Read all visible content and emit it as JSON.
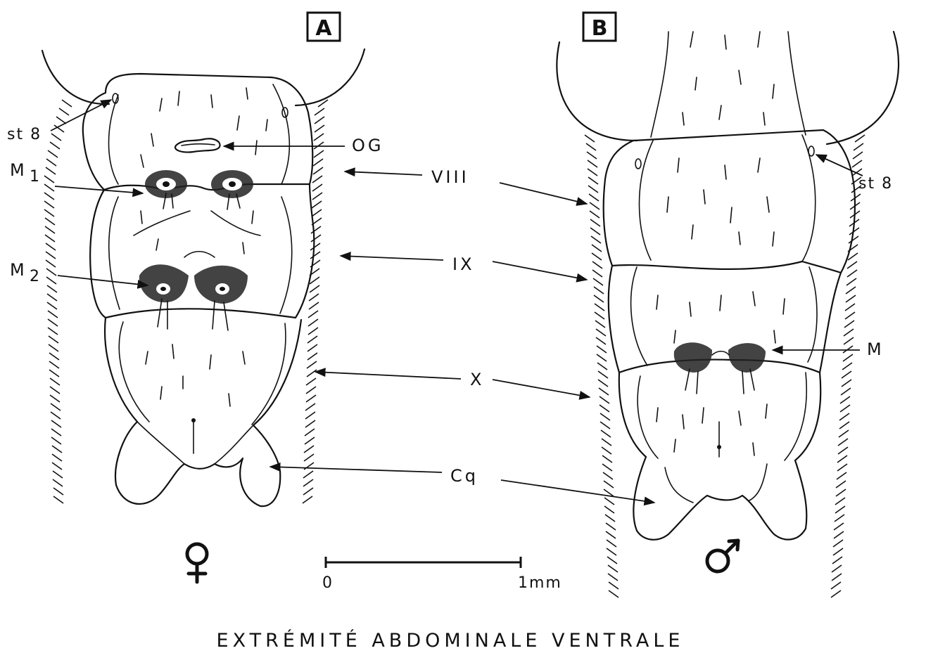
{
  "caption": "EXTRÉMITÉ ABDOMINALE VENTRALE",
  "panels": [
    {
      "letter": "A",
      "sex_symbol": "female-symbol",
      "labels": {
        "st8": "st 8",
        "og": "OG",
        "m1": "M",
        "m1_sub": "1",
        "m2": "M",
        "m2_sub": "2"
      }
    },
    {
      "letter": "B",
      "sex_symbol": "male-symbol",
      "labels": {
        "st8": "st 8",
        "m": "M"
      }
    }
  ],
  "segment_labels": {
    "viii": "VIII",
    "ix": "IX",
    "x": "X",
    "cq": "Cq"
  },
  "scale_bar": {
    "start_label": "0",
    "end_label": "1mm"
  }
}
